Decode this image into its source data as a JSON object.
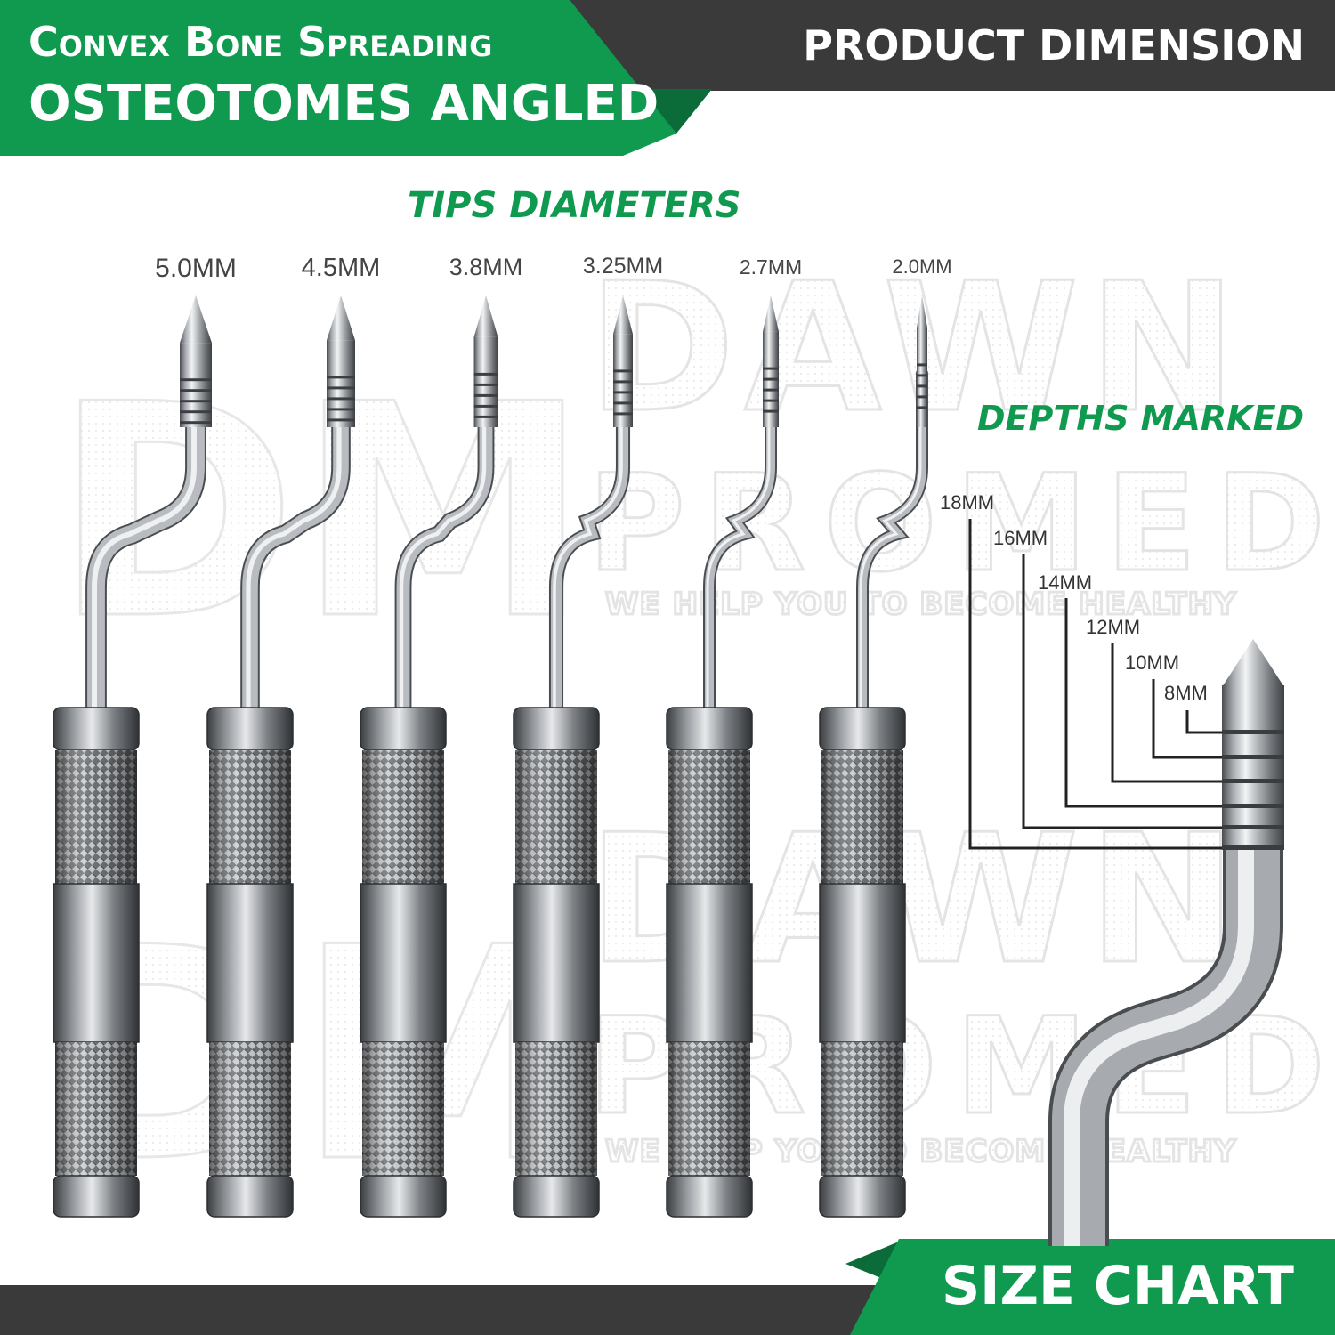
{
  "header": {
    "title_line1": "Convex Bone Spreading",
    "title_line2": "OSTEOTOMES ANGLED",
    "right_title": "PRODUCT DIMENSION"
  },
  "tips": {
    "heading": "TIPS DIAMETERS",
    "sizes": [
      "5.0MM",
      "4.5MM",
      "3.8MM",
      "3.25MM",
      "2.7MM",
      "2.0MM"
    ]
  },
  "depths": {
    "heading": "DEPTHS MARKED",
    "marks": [
      "18MM",
      "16MM",
      "14MM",
      "12MM",
      "10MM",
      "8MM"
    ]
  },
  "watermark": {
    "brand_top": "DAWN",
    "brand_bottom": "PROMED",
    "tagline": "WE HELP YOU TO BECOME HEALTHY"
  },
  "footer": {
    "label": "SIZE CHART"
  },
  "colors": {
    "brand_green": "#0f9a50",
    "dark_green": "#0b6b39",
    "header_dark": "#3a3a3a",
    "steel": "#8a8f94"
  }
}
